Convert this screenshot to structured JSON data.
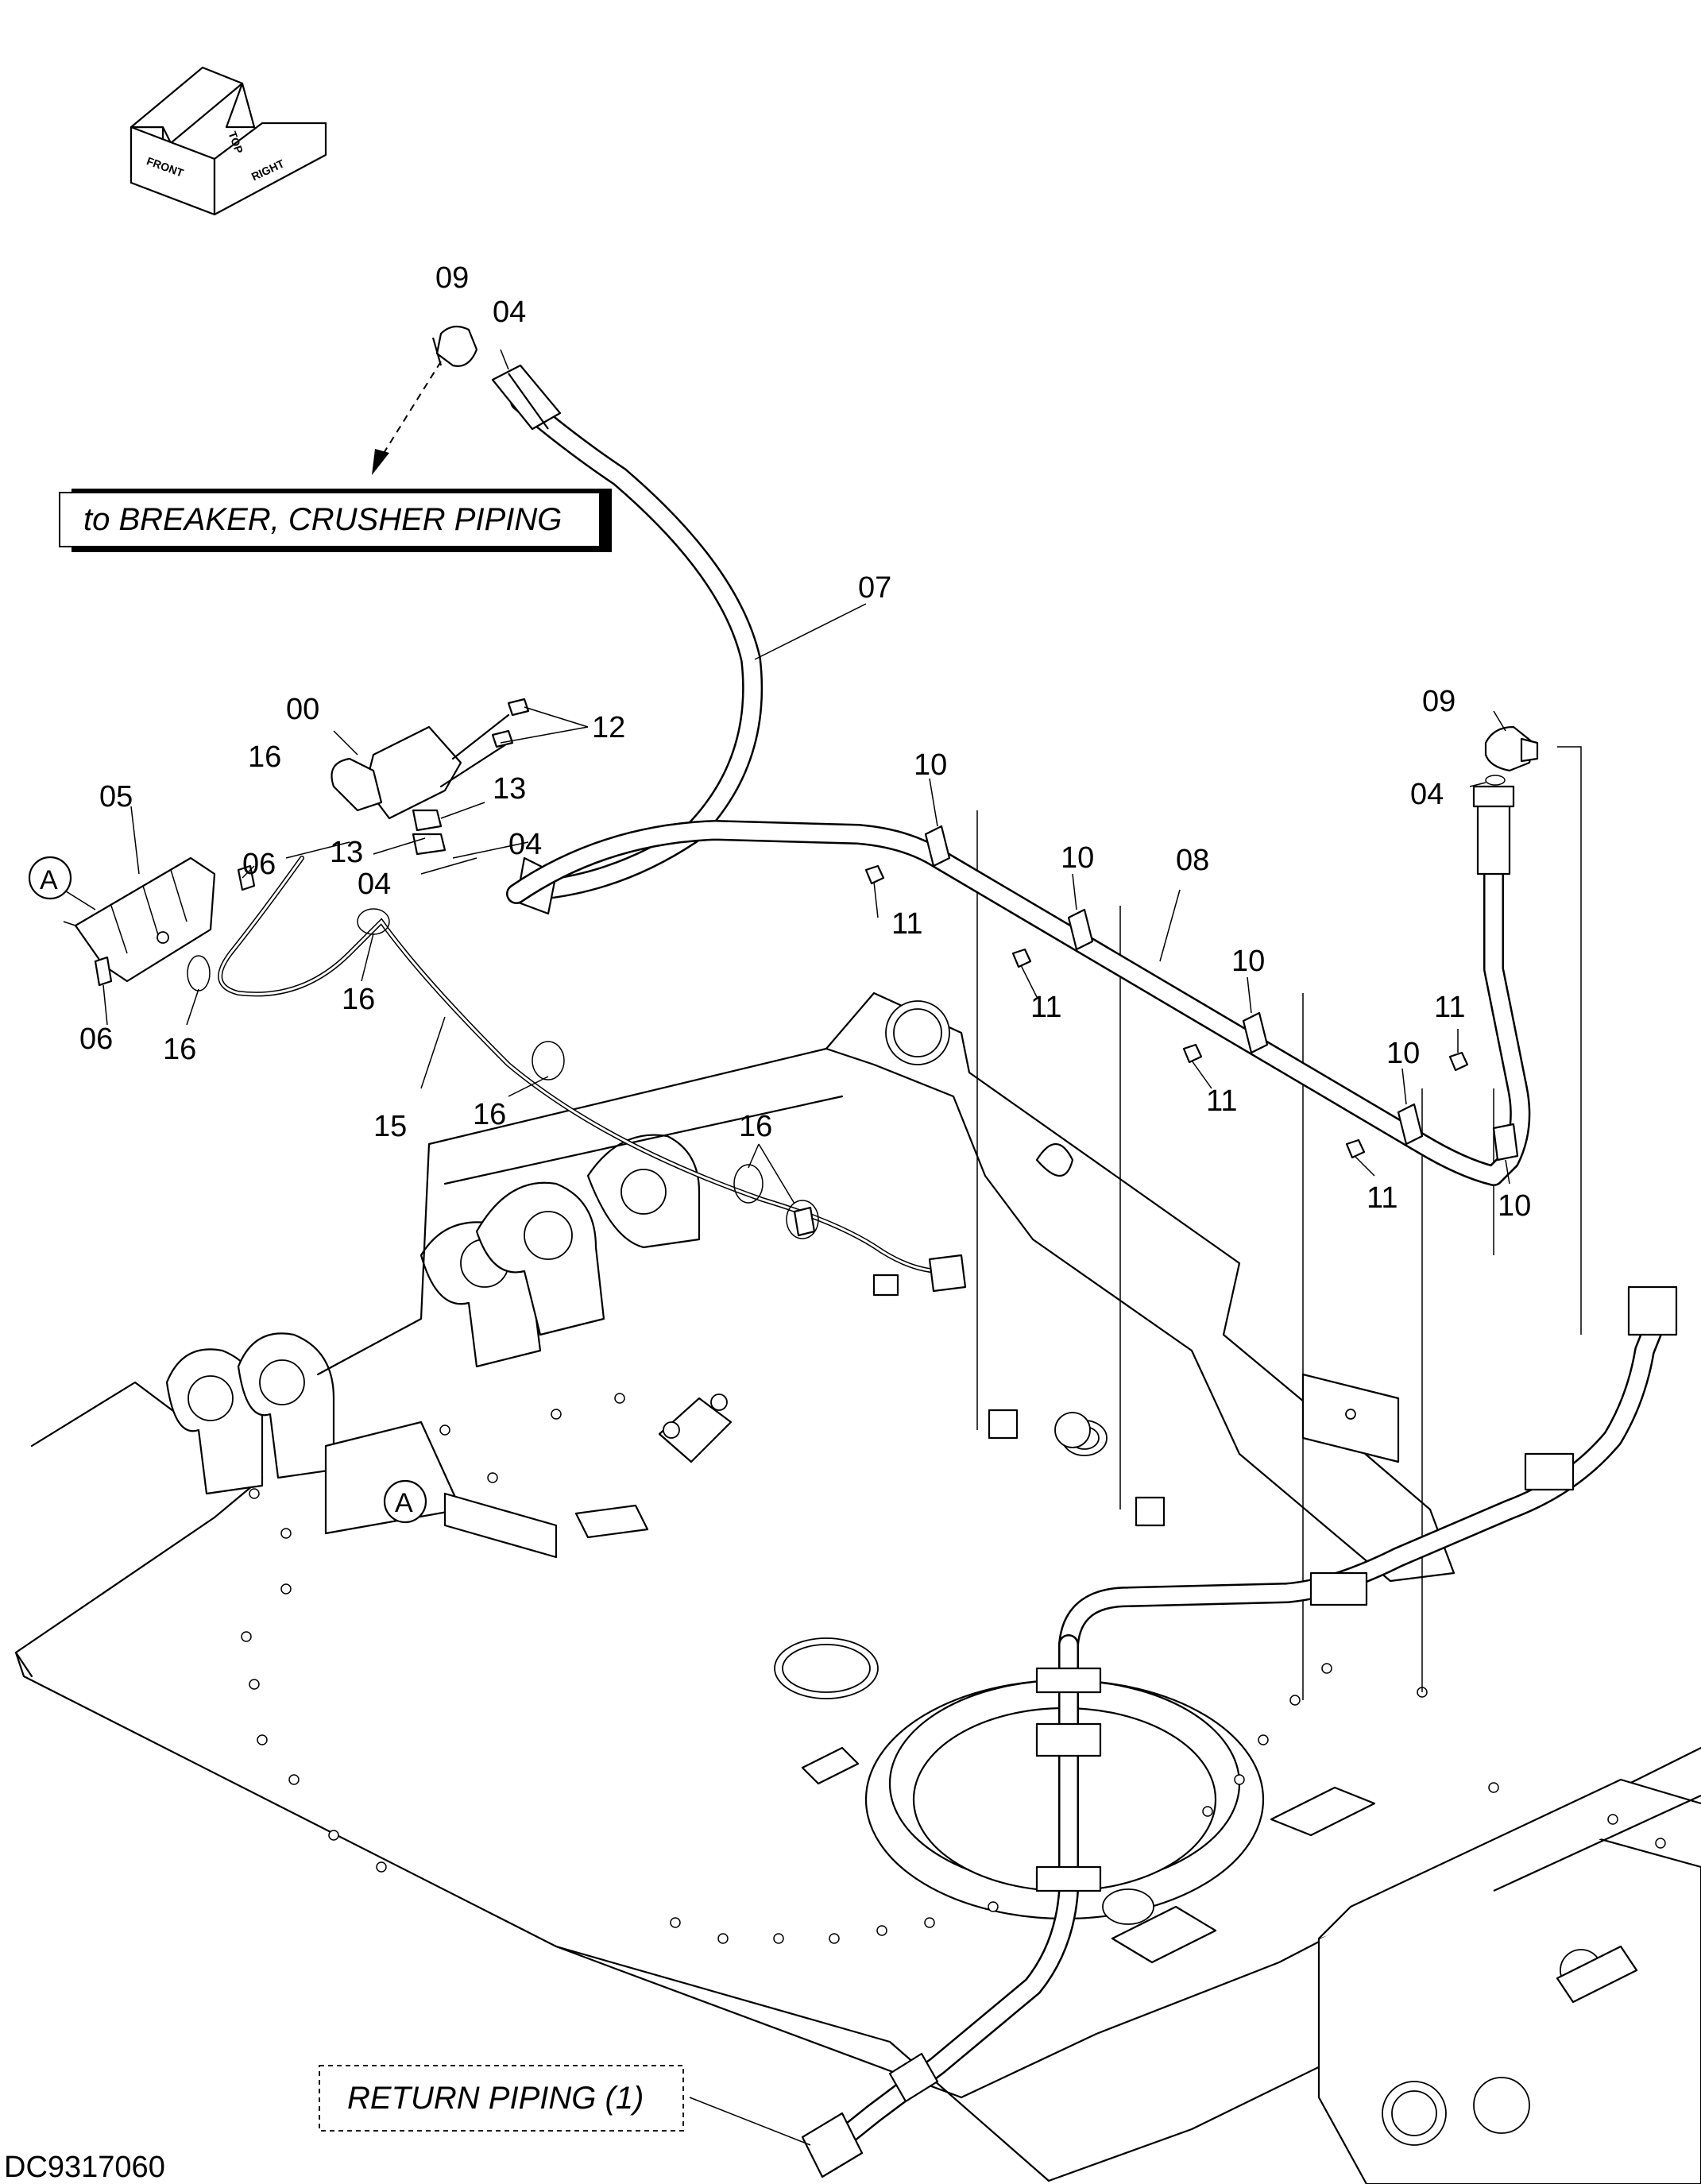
{
  "diagram": {
    "drawing_code": "DC9317060",
    "orientation_arrow": {
      "front": "FRONT",
      "top": "TOP",
      "right": "RIGHT"
    },
    "callouts": {
      "breaker_crusher": "to BREAKER, CRUSHER PIPING",
      "return_piping": "RETURN PIPING (1)"
    },
    "detail_marker": "A",
    "part_labels": {
      "p00": "00",
      "p04": "04",
      "p05": "05",
      "p06": "06",
      "p07": "07",
      "p08": "08",
      "p09": "09",
      "p10": "10",
      "p11": "11",
      "p12": "12",
      "p13": "13",
      "p15": "15",
      "p16": "16"
    }
  }
}
